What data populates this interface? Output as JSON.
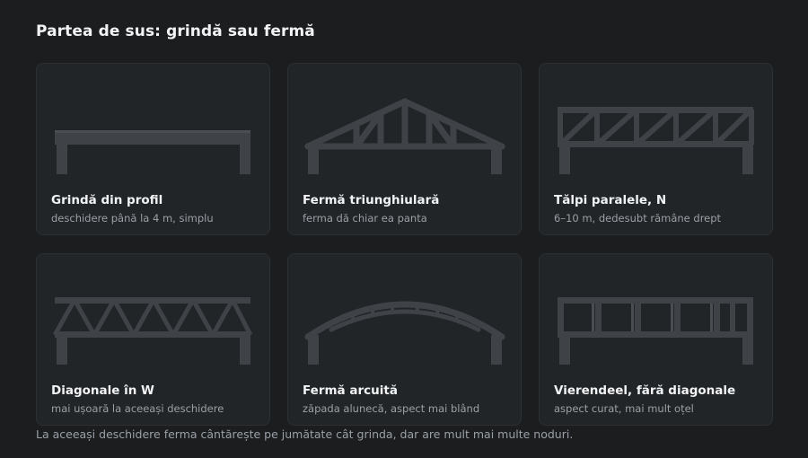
{
  "title": "Partea de sus: grindă sau fermă",
  "cards": [
    {
      "icon": "solid-beam-icon",
      "title": "Grindă din profil",
      "subtitle": "deschidere până la 4 m, simplu"
    },
    {
      "icon": "triangular-truss-icon",
      "title": "Fermă triunghiulară",
      "subtitle": "ferma dă chiar ea panta"
    },
    {
      "icon": "pratt-truss-icon",
      "title": "Tălpi paralele, N",
      "subtitle": "6–10 m, dedesubt rămâne drept"
    },
    {
      "icon": "warren-truss-icon",
      "title": "Diagonale în W",
      "subtitle": "mai ușoară la aceeași deschidere"
    },
    {
      "icon": "arched-truss-icon",
      "title": "Fermă arcuită",
      "subtitle": "zăpada alunecă, aspect mai blând"
    },
    {
      "icon": "vierendeel-truss-icon",
      "title": "Vierendeel, fără diagonale",
      "subtitle": "aspect curat, mai mult oțel"
    }
  ],
  "footnote": "La aceeași deschidere ferma cântărește pe jumătate cât grinda, dar are mult mai multe noduri.",
  "colors": {
    "background": "#1b1d1f",
    "card": "#222527",
    "structure": "#3f4348",
    "text": "#f1f3f5",
    "muted": "#9aa0a6"
  }
}
